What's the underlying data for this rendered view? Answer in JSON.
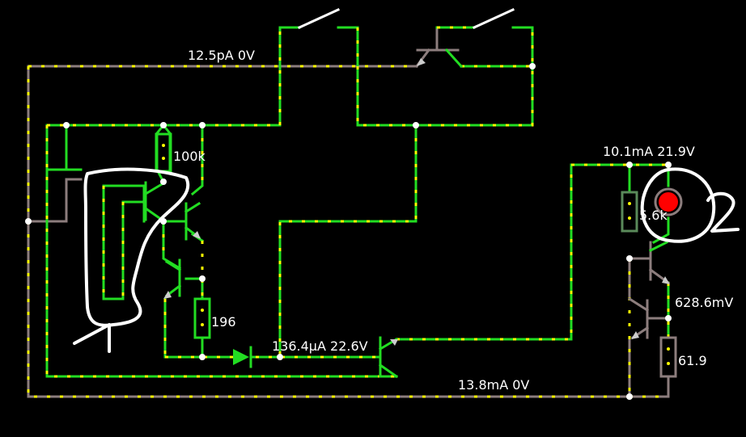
{
  "colors": {
    "background": "#000000",
    "wire_active": "#22dd22",
    "wire_inactive": "#8c7d7d",
    "current_dots": "#ffff00",
    "lamp": "#ff0000",
    "annotation": "#ffffff"
  },
  "labels": {
    "top_wire": "12.5pA 0V",
    "resistor_100k": "100k",
    "resistor_196": "196",
    "diode_node": "136.4µA 22.6V",
    "right_branch": "10.1mA 21.9V",
    "resistor_5k6": "5.6k",
    "emitter_voltage": "628.6mV",
    "resistor_61_9": "61.9",
    "bottom_wire": "13.8mA 0V"
  },
  "annotations": {
    "handwritten_digit": "2"
  }
}
